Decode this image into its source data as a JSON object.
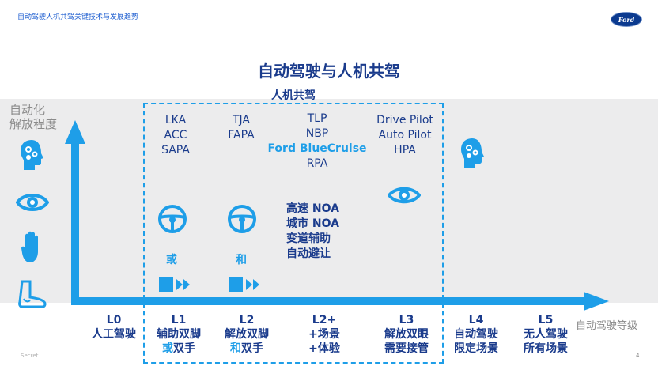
{
  "header": {
    "subtitle": "自动驾驶人机共驾关键技术与发展趋势",
    "logo_text": "Ford"
  },
  "title": "自动驾驶与人机共驾",
  "box_title": "人机共驾",
  "axes": {
    "y_label_line1": "自动化",
    "y_label_line2": "解放程度",
    "x_label": "自动驾驶等级"
  },
  "features": {
    "l1": [
      "LKA",
      "ACC",
      "SAPA"
    ],
    "l2": [
      "TJA",
      "FAPA"
    ],
    "l2plus": [
      "TLP",
      "NBP",
      "Ford BlueCruise",
      "RPA"
    ],
    "l3": [
      "Drive Pilot",
      "Auto Pilot",
      "HPA"
    ]
  },
  "noa": [
    "高速 NOA",
    "城市 NOA",
    "变道辅助",
    "自动避让"
  ],
  "conj": {
    "l1": "或",
    "l2": "和"
  },
  "levels": [
    {
      "code": "L0",
      "line2": "人工驾驶",
      "line3": ""
    },
    {
      "code": "L1",
      "line2": "辅助双脚",
      "line3_hl": "或",
      "line3": "双手"
    },
    {
      "code": "L2",
      "line2": "解放双脚",
      "line3_hl": "和",
      "line3": "双手"
    },
    {
      "code": "L2+",
      "line2": "+场景",
      "line3": "+体验"
    },
    {
      "code": "L3",
      "line2": "解放双眼",
      "line3": "需要接管"
    },
    {
      "code": "L4",
      "line2": "自动驾驶",
      "line3": "限定场景"
    },
    {
      "code": "L5",
      "line2": "无人驾驶",
      "line3": "所有场景"
    }
  ],
  "footer": {
    "left": "Secret",
    "page": "4"
  },
  "colors": {
    "accent": "#1e9ee8",
    "navy": "#1a3b8c"
  }
}
